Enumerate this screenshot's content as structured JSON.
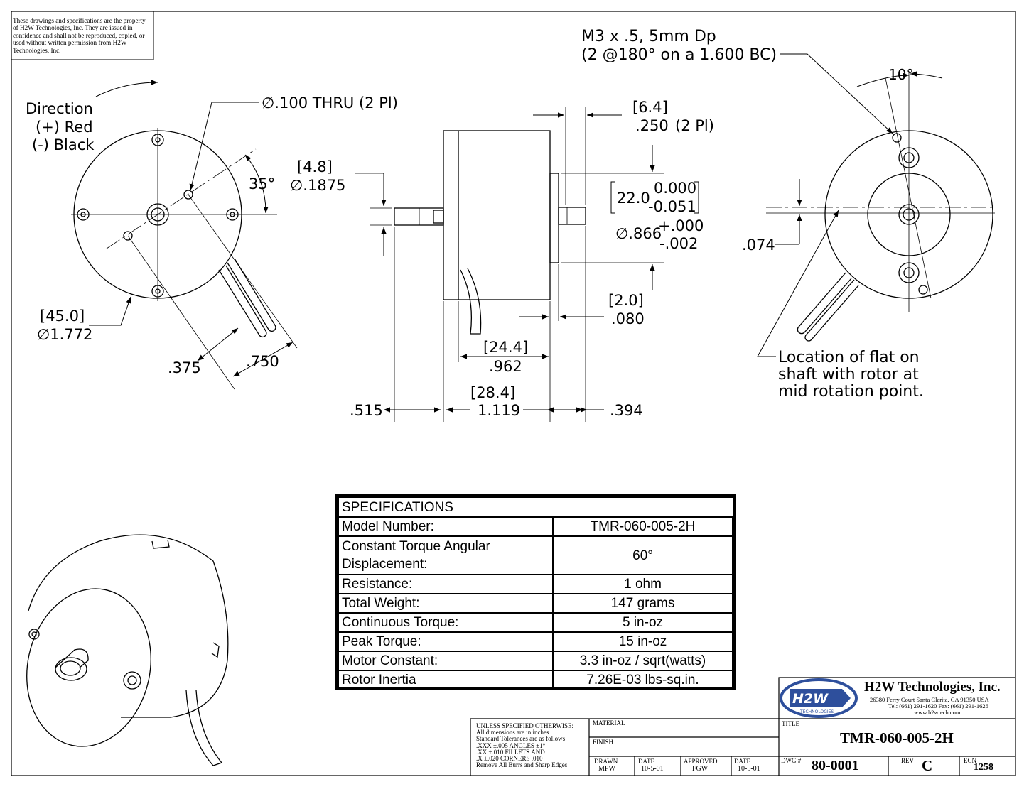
{
  "notice": "These drawings and specifications are the property of H2W Technologies, Inc. They are issued in confidence and shall not be reproduced, copied, or used without written permission from H2W Technologies, Inc.",
  "front_view": {
    "direction_lines": [
      "Direction",
      "(+) Red",
      "(-) Black"
    ],
    "hole_callout": "∅.100 THRU (2 Pl)",
    "angle": "35°",
    "diameter_metric": "[45.0]",
    "diameter": "∅1.772",
    "dim_375": ".375",
    "dim_750": ".750"
  },
  "side_view": {
    "shaft_metric": "[4.8]",
    "shaft_dia": "∅.1875",
    "top_metric": "[6.4]",
    "top_dim": ".250",
    "top_note": "(2 Pl)",
    "hub_metric": "22.0",
    "hub_tol_upper": "0.000",
    "hub_tol_lower": "-0.051",
    "hub_dia": "∅.866",
    "hub_dia_upper": "+.000",
    "hub_dia_lower": "-.002",
    "step_metric": "[2.0]",
    "step_dim": ".080",
    "body_metric": "[24.4]",
    "body_dim": ".962",
    "overall_metric": "[28.4]",
    "overall_dim": "1.119",
    "shaft_len": ".515",
    "hub_len": ".394"
  },
  "rear_view": {
    "thread_line1": "M3 x .5, 5mm Dp",
    "thread_line2": "(2 @180° on a 1.600 BC)",
    "angle": "10°",
    "flat_offset": ".074",
    "flat_note": [
      "Location of flat on",
      "shaft with rotor at",
      "mid rotation point."
    ]
  },
  "specifications": {
    "title": "SPECIFICATIONS",
    "rows": [
      {
        "label": "Model Number:",
        "value": "TMR-060-005-2H"
      },
      {
        "label": "Constant Torque Angular Displacement:",
        "value": "60°"
      },
      {
        "label": "Resistance:",
        "value": "1 ohm"
      },
      {
        "label": "Total Weight:",
        "value": "147 grams"
      },
      {
        "label": "Continuous Torque:",
        "value": "5 in-oz"
      },
      {
        "label": "Peak Torque:",
        "value": "15 in-oz"
      },
      {
        "label": "Motor Constant:",
        "value": "3.3 in-oz / sqrt(watts)"
      },
      {
        "label": "Rotor Inertia",
        "value": "7.26E-03 lbs-sq.in."
      }
    ]
  },
  "title_block": {
    "company": "H2W Technologies, Inc.",
    "logo_text": "H2W",
    "logo_sub": "TECHNOLOGIES",
    "address": "26380 Ferry Court   Santa Clarita, CA  91350  USA",
    "phone": "Tel: (661) 291-1620   Fax: (661) 291-1626",
    "web": "www.h2wtech.com",
    "tolerances": [
      "UNLESS SPECIFIED OTHERWISE:",
      "All dimensions are in inches",
      "Standard Tolerances are as follows",
      ".XXX   ±.005   ANGLES   ±1°",
      ".XX     ±.010   FILLETS   AND",
      ".X       ±.020   CORNERS  .010",
      "Remove All Burrs and Sharp Edges"
    ],
    "material_label": "MATERIAL",
    "finish_label": "FINISH",
    "title_label": "TITLE",
    "title": "TMR-060-005-2H",
    "drawn_label": "DRAWN",
    "drawn": "MPW",
    "date_label": "DATE",
    "drawn_date": "10-5-01",
    "approved_label": "APPROVED",
    "approved": "FGW",
    "approved_date": "10-5-01",
    "dwg_label": "DWG #",
    "dwg": "80-0001",
    "rev_label": "REV",
    "rev": "C",
    "ecn_label": "ECN",
    "ecn": "1258"
  }
}
